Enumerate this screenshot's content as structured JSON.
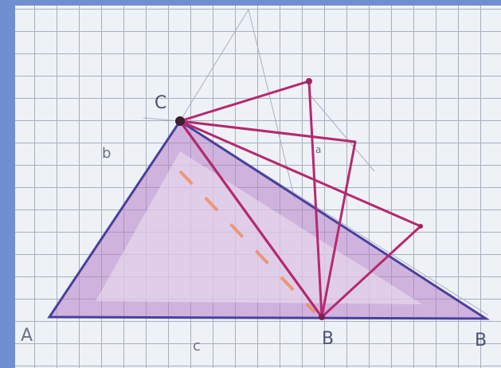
{
  "labels": {
    "vertex_a": "A",
    "vertex_c": "C",
    "vertex_b_mid": "B",
    "vertex_b_right": "B",
    "side_b": "b",
    "side_c": "c",
    "small_mark": "a"
  },
  "colors": {
    "main_triangle": "#4a3f9f",
    "fill": "#b780c8",
    "rotated_triangles": "#b6296f",
    "dashed_median": "#f08a5d",
    "construction_lines": "#9aa3b5"
  }
}
